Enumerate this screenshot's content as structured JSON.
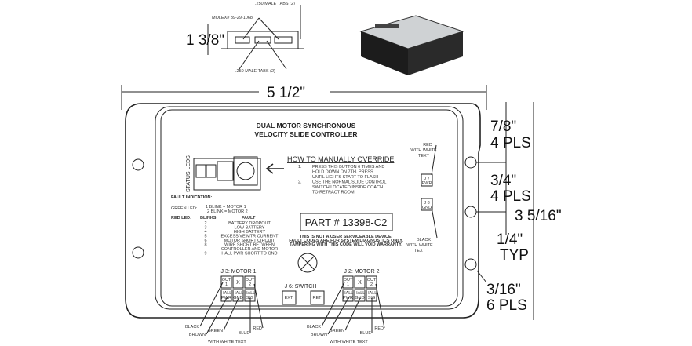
{
  "side_view": {
    "molex_label": "MOLEX# 39-29-1068",
    "tabs_top": ".250 MALE TABS (2)",
    "tabs_bottom": ".250 MALE TABS (2)",
    "height_dim": "1 3/8\""
  },
  "dimensions": {
    "width": "5 1/2\"",
    "height": "3 5/16\"",
    "hole_spacing_top": "7/8\"",
    "hole_spacing_top_count": "4 PLS",
    "hole_spacing_mid": "3/4\"",
    "hole_spacing_mid_count": "4 PLS",
    "edge_offset": "1/4\"",
    "edge_offset_note": "TYP",
    "hole_dia": "3/16\"",
    "hole_dia_count": "6 PLS"
  },
  "panel": {
    "title_line1": "DUAL MOTOR SYNCHRONOUS",
    "title_line2": "VELOCITY SLIDE CONTROLLER",
    "status_leds": "STATUS LEDS",
    "override_title": "HOW TO MANUALLY OVERRIDE",
    "override_steps": [
      {
        "num": "1.",
        "lines": [
          "PRESS THIS BUTTON 6 TIMES AND",
          "HOLD DOWN ON 7TH. PRESS",
          "UNTIL LIGHTS START TO FLASH"
        ]
      },
      {
        "num": "2.",
        "lines": [
          "USE THE NORMAL SLIDE CONTROL",
          "SWITCH LOCATED INSIDE COACH",
          "TO RETRACT ROOM"
        ]
      }
    ],
    "fault_title": "FAULT INDICATION:",
    "green_led_label": "GREEN LED:",
    "green_led_lines": [
      "1 BLINK = MOTOR 1",
      "2 BLINK = MOTOR 2"
    ],
    "red_led_label": "RED LED:",
    "blinks_header": "BLINKS",
    "fault_header": "FAULT",
    "faults": [
      {
        "blinks": "2",
        "fault": "BATTERY DROPOUT"
      },
      {
        "blinks": "3",
        "fault": "LOW BATTERY"
      },
      {
        "blinks": "4",
        "fault": "HIGH BATTERY"
      },
      {
        "blinks": "5",
        "fault": "EXCESSIVE MTR CURRENT"
      },
      {
        "blinks": "6",
        "fault": "MOTOR SHORT CIRCUIT"
      },
      {
        "blinks": "8",
        "fault": "WIRE SHORT BETWEEN"
      },
      {
        "blinks": "",
        "fault": "CONTROLLER AND MOTOR"
      },
      {
        "blinks": "9",
        "fault": "HALL PWR SHORT TO GND"
      }
    ],
    "part_number": "PART # 13398-C2",
    "warning": [
      "THIS IS NOT A USER SERVICEABLE DEVICE.",
      "FAULT CODES ARE FOR SYSTEM DIAGNOSTICS ONLY.",
      "TAMPERING WITH THIS CODE WILL VOID WARRANTY."
    ],
    "j7": [
      "J 7",
      "PWR"
    ],
    "j8": [
      "J 8",
      "GND"
    ],
    "j7_wire": [
      "RED",
      "WITH WHITE",
      "TEXT"
    ],
    "j8_wire": [
      "BLACK",
      "WITH WHITE",
      "TEXT"
    ],
    "j3_title": "J 3: MOTOR 1",
    "j2_title": "J 2: MOTOR 2",
    "j6_title": "J 6: SWITCH",
    "j6_ext": "EXT",
    "j6_ret": "RET",
    "pins_top": [
      [
        "OUT",
        "1"
      ],
      [
        "X",
        ""
      ],
      [
        "OUT",
        "2"
      ]
    ],
    "pins_bottom": [
      [
        "HALL",
        "PWR"
      ],
      [
        "HALL",
        "GND"
      ],
      [
        "HALL",
        "SIG"
      ]
    ],
    "wires": {
      "black": "BLACK",
      "brown": "BROWN",
      "green": "GREEN",
      "blue": "BLUE",
      "red": "RED",
      "with_white": "WITH WHITE TEXT"
    }
  }
}
